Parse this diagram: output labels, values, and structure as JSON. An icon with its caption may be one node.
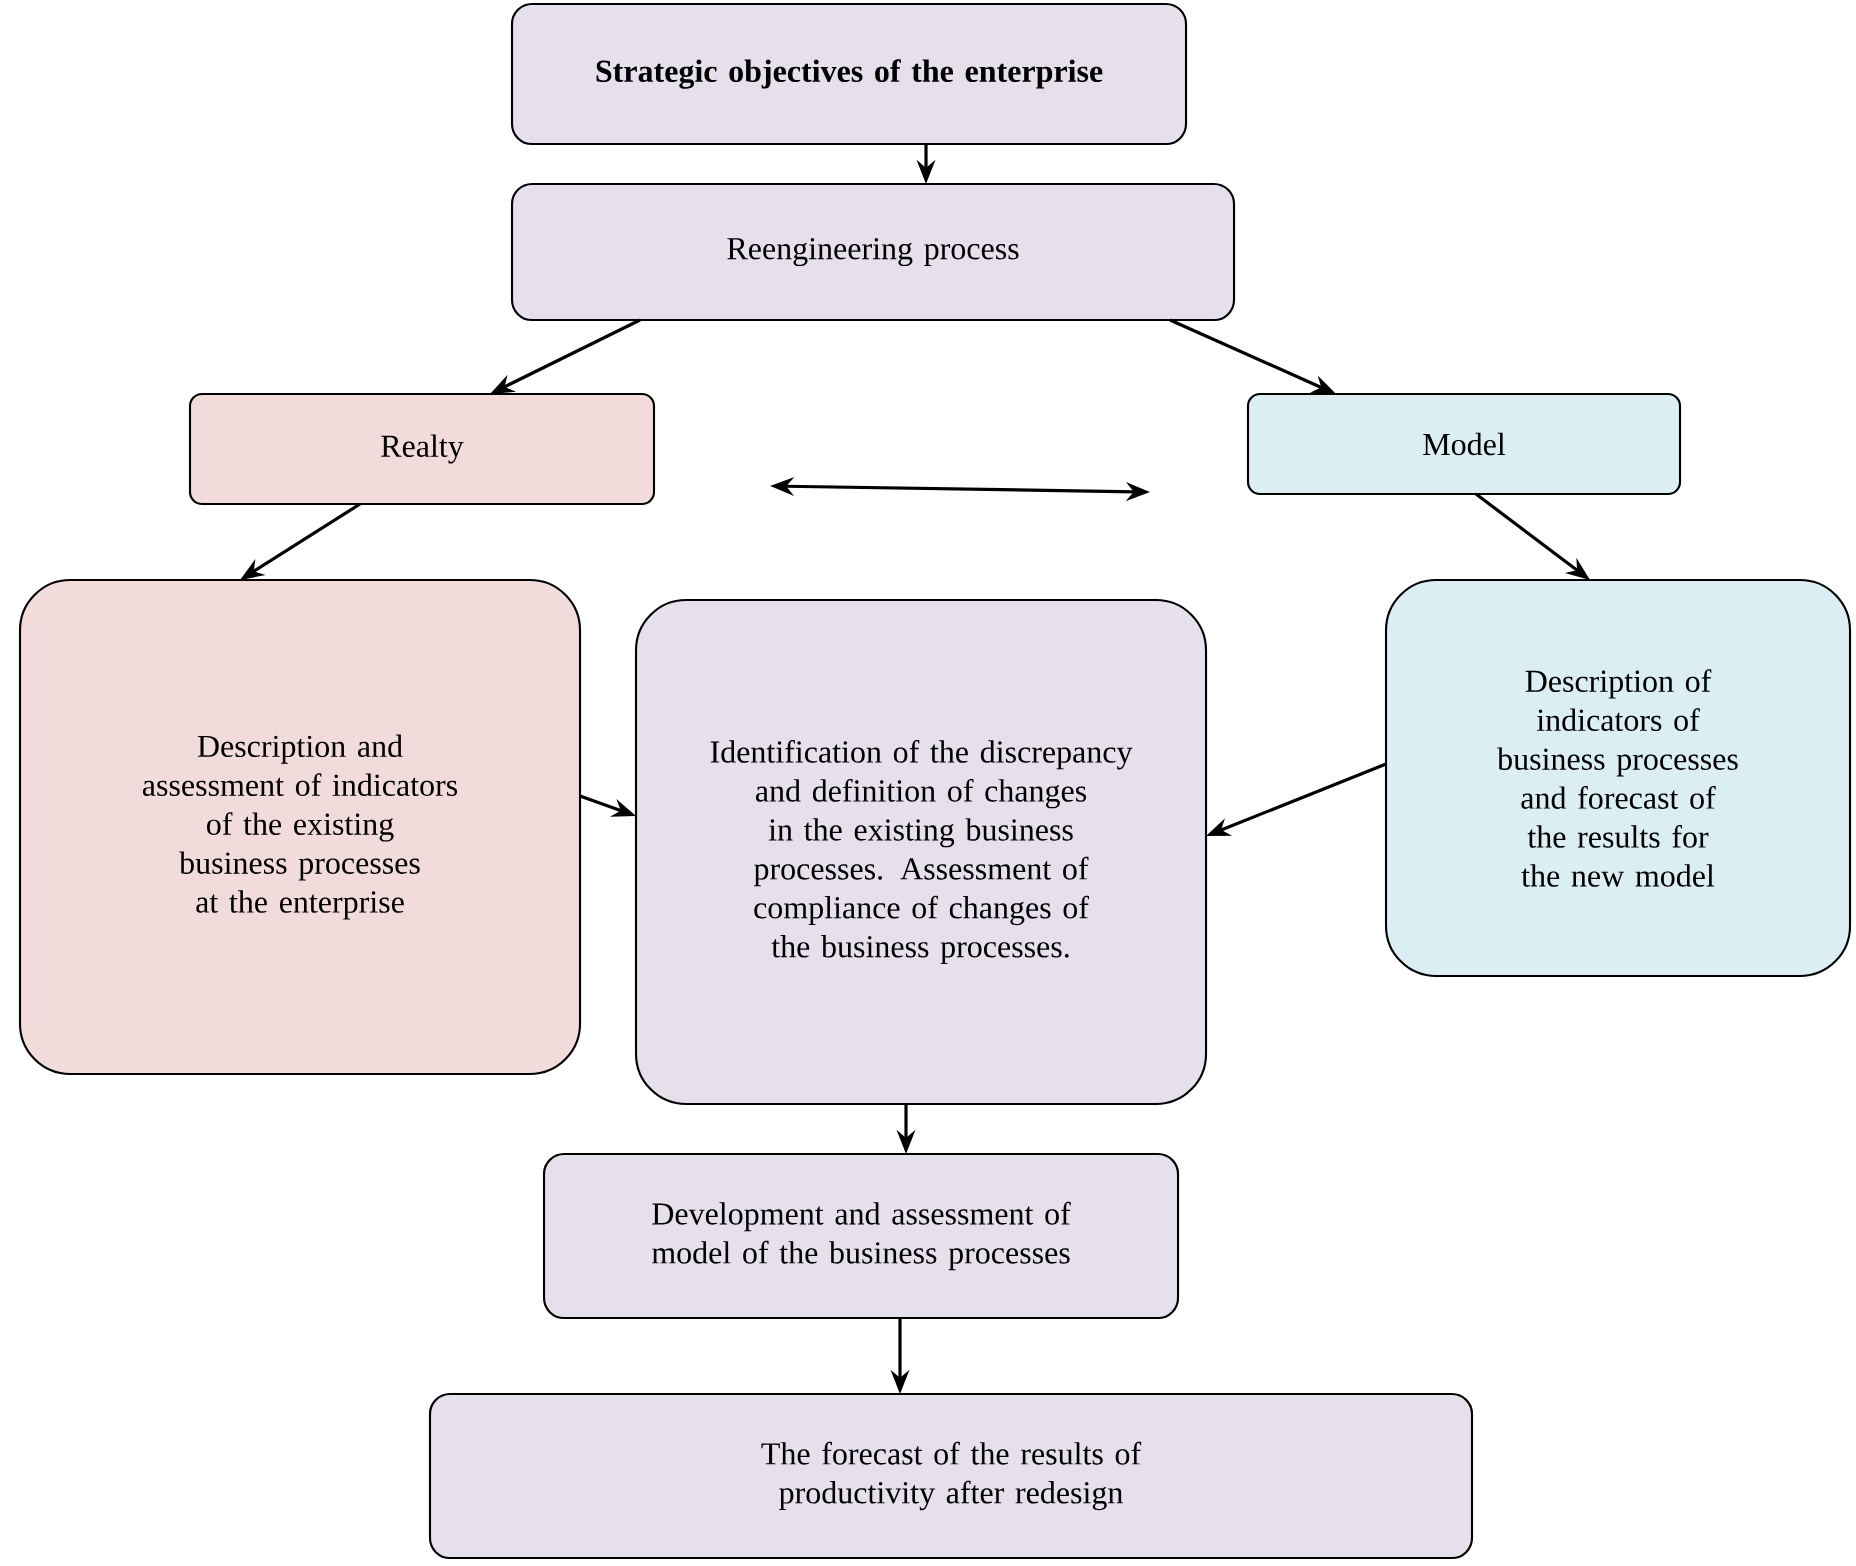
{
  "diagram": {
    "nodes": [
      {
        "text": [
          "Strategic objectives of the enterprise"
        ]
      },
      {
        "text": [
          "Reengineering process"
        ]
      },
      {
        "text": [
          "Realty"
        ]
      },
      {
        "text": [
          "Model"
        ]
      },
      {
        "text": [
          "Description and assessment of indicators of the existing business processes at the enterprise"
        ]
      },
      {
        "text": [
          "Identification of the discrepancy and definition of changes in the existing business processes. Assessment of compliance of changes of the business processes."
        ]
      },
      {
        "text": [
          "Description of indicators of business processes and forecast of the results for the new model"
        ]
      },
      {
        "text": [
          "Development and assessment of model of the business processes"
        ]
      },
      {
        "text": [
          "The forecast of the results of productivity after redesign"
        ]
      }
    ],
    "edges": [
      {
        "from": 0,
        "to": 1,
        "arrow": "to"
      },
      {
        "from": 1,
        "to": 2,
        "arrow": "to"
      },
      {
        "from": 1,
        "to": 3,
        "arrow": "to"
      },
      {
        "from": 2,
        "to": 4,
        "arrow": "to"
      },
      {
        "from": 3,
        "to": 6,
        "arrow": "to"
      },
      {
        "from": 4,
        "to": 5,
        "arrow": "to"
      },
      {
        "from": 6,
        "to": 5,
        "arrow": "to"
      },
      {
        "from": 5,
        "to": 7,
        "arrow": "to"
      },
      {
        "from": 7,
        "to": 8,
        "arrow": "to"
      }
    ]
  }
}
